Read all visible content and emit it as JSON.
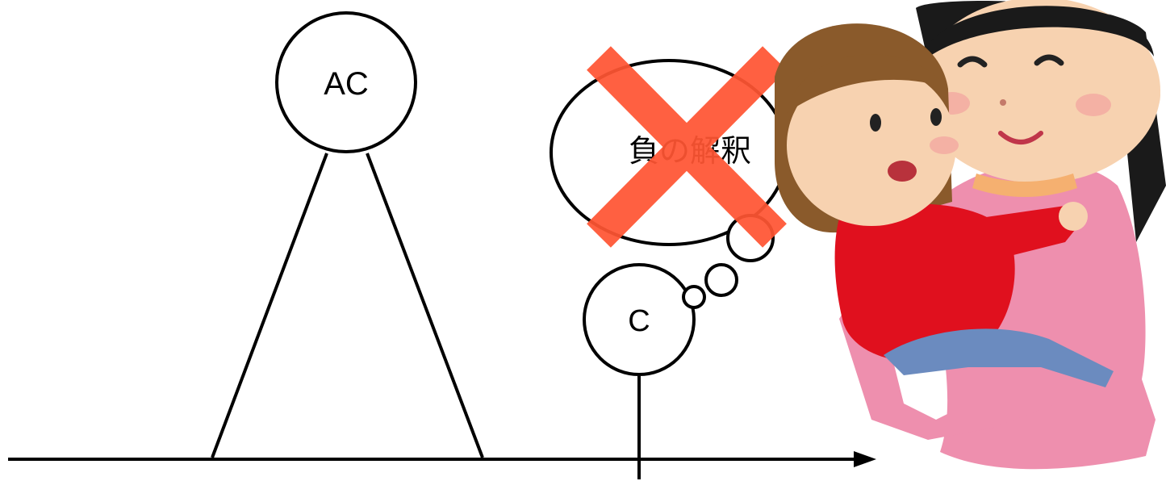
{
  "diagram": {
    "ac_label": "AC",
    "c_label": "C",
    "thought_text": "負の解釈"
  },
  "colors": {
    "line": "#000000",
    "cross": "#ff5533",
    "skin": "#f7d2b0",
    "mother_clothes": "#ee8fae",
    "child_shirt": "#e0101e",
    "child_pants": "#6b8bbf",
    "hair_brown": "#8a5a2b",
    "hair_black": "#1a1a1a"
  },
  "illustration": {
    "subject": "mother-hugging-child",
    "cross_mark": "x-mark-icon"
  }
}
